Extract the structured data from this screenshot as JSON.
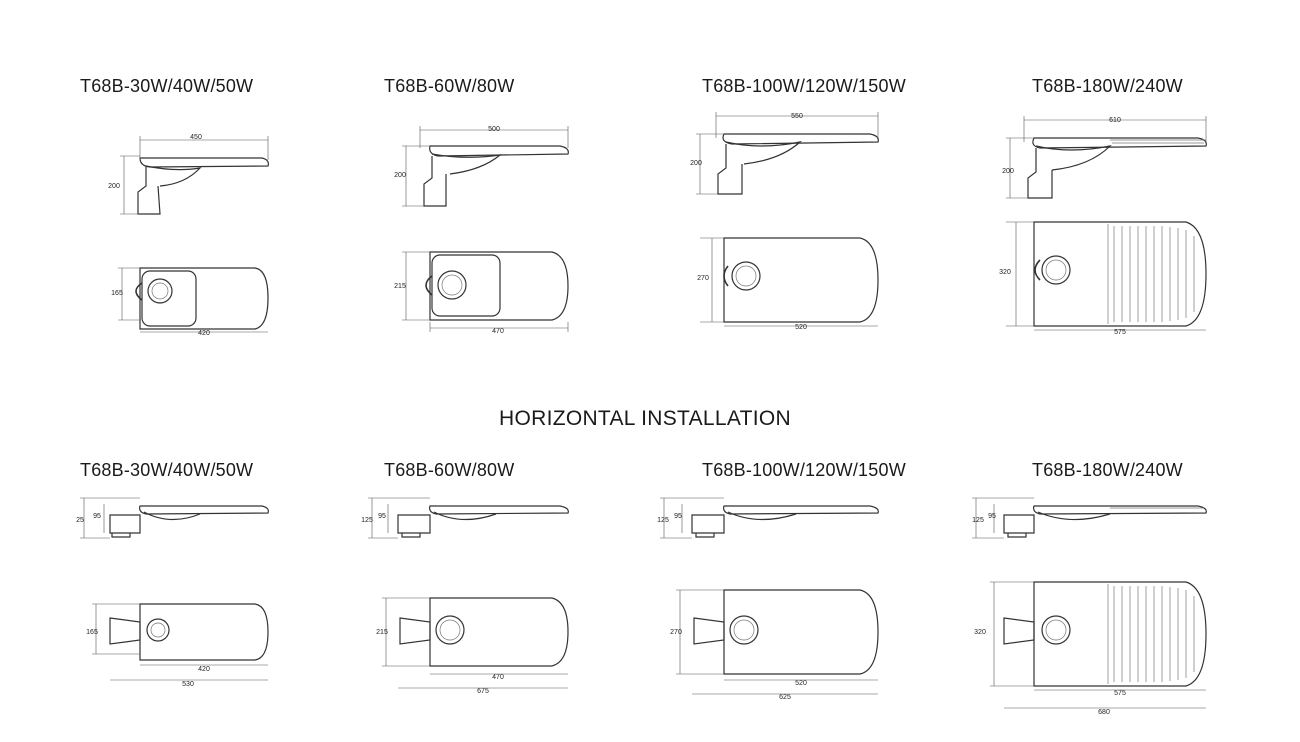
{
  "vertical_models": [
    "T68B-30W/40W/50W",
    "T68B-60W/80W",
    "T68B-100W/120W/150W",
    "T68B-180W/240W"
  ],
  "horizontal_heading": "HORIZONTAL INSTALLATION",
  "horizontal_models": [
    "T68B-30W/40W/50W",
    "T68B-60W/80W",
    "T68B-100W/120W/150W",
    "T68B-180W/240W"
  ],
  "vertical_dims": [
    {
      "side_length": "450",
      "side_height": "200",
      "top_width": "165",
      "top_length": "420"
    },
    {
      "side_length": "500",
      "side_height": "200",
      "top_width": "215",
      "top_length": "470"
    },
    {
      "side_length": "550",
      "side_height": "200",
      "top_width": "270",
      "top_length": "520"
    },
    {
      "side_length": "610",
      "side_height": "200",
      "top_width": "320",
      "top_length": "575"
    }
  ],
  "horizontal_dims": [
    {
      "outer_height": "25",
      "inner_height": "95",
      "top_width": "165",
      "top_length": "420",
      "overall_length": "530"
    },
    {
      "outer_height": "125",
      "inner_height": "95",
      "top_width": "215",
      "top_length": "470",
      "overall_length": "675"
    },
    {
      "outer_height": "125",
      "inner_height": "95",
      "top_width": "270",
      "top_length": "520",
      "overall_length": "625"
    },
    {
      "outer_height": "125",
      "inner_height": "95",
      "top_width": "320",
      "top_length": "575",
      "overall_length": "680"
    }
  ]
}
